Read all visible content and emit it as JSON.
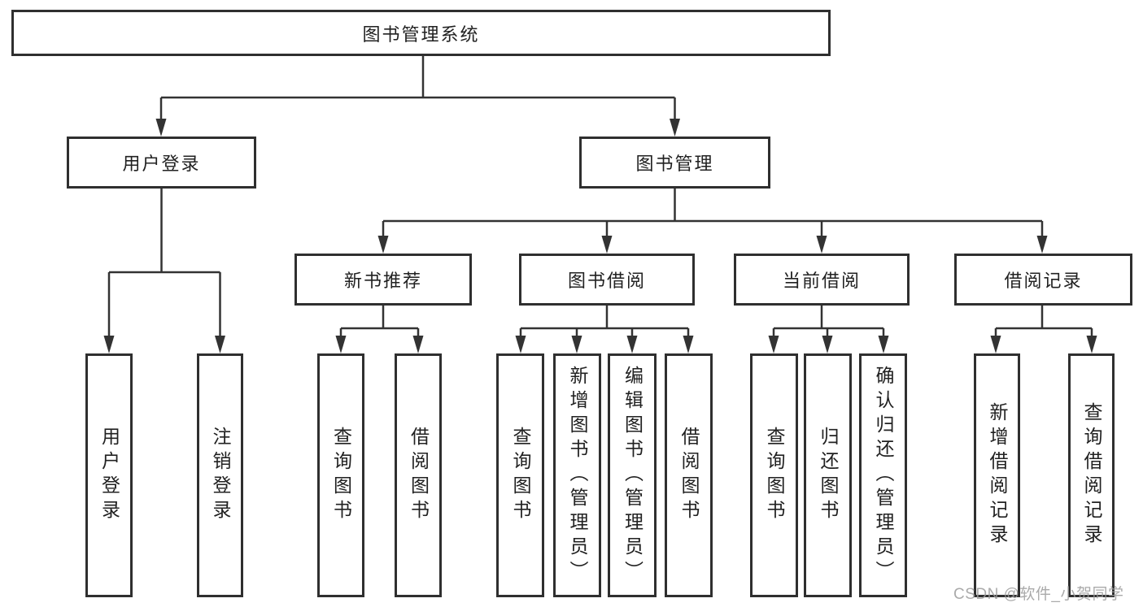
{
  "tree": {
    "root": {
      "label": "图书管理系统"
    },
    "branches": [
      {
        "label": "用户登录",
        "leaves": [
          {
            "label": "用户登录"
          },
          {
            "label": "注销登录"
          }
        ]
      },
      {
        "label": "图书管理",
        "groups": [
          {
            "label": "新书推荐",
            "leaves": [
              {
                "label": "查询图书"
              },
              {
                "label": "借阅图书"
              }
            ]
          },
          {
            "label": "图书借阅",
            "leaves": [
              {
                "label": "查询图书"
              },
              {
                "label": "新增图书（管理员）"
              },
              {
                "label": "编辑图书（管理员）"
              },
              {
                "label": "借阅图书"
              }
            ]
          },
          {
            "label": "当前借阅",
            "leaves": [
              {
                "label": "查询图书"
              },
              {
                "label": "归还图书"
              },
              {
                "label": "确认归还（管理员）"
              }
            ]
          },
          {
            "label": "借阅记录",
            "leaves": [
              {
                "label": "新增借阅记录"
              },
              {
                "label": "查询借阅记录"
              }
            ]
          }
        ]
      }
    ]
  },
  "watermark": {
    "label": "CSDN @软件_小贺同学"
  },
  "colors": {
    "line": "#333333",
    "box_border": "#2f2f2f",
    "text": "#212121",
    "watermark": "#9c9c9c",
    "background": "#ffffff"
  }
}
